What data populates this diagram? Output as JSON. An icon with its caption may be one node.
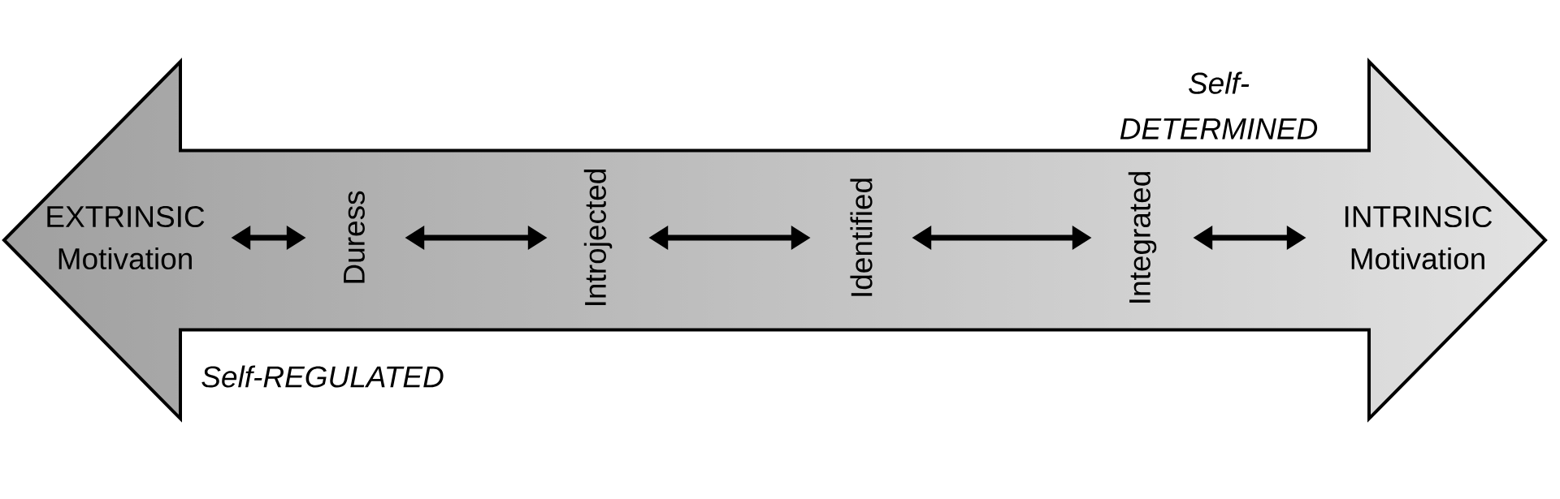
{
  "diagram": {
    "nodes": [
      {
        "text": [],
        "shape": "arrow"
      },
      {
        "text": [
          "EXTRINSIC Motivation"
        ],
        "in": 0
      },
      {
        "text": [
          "Duress"
        ],
        "in": 0
      },
      {
        "text": [
          "Introjected"
        ],
        "in": 0
      },
      {
        "text": [
          "Identified"
        ],
        "in": 0
      },
      {
        "text": [
          "Integrated"
        ],
        "in": 0
      },
      {
        "text": [
          "INTRINSIC Motivation"
        ],
        "in": 0
      }
    ],
    "edges": [
      {
        "from": 1,
        "to": 2,
        "arrow": "both"
      },
      {
        "from": 2,
        "to": 3,
        "arrow": "both"
      },
      {
        "from": 3,
        "to": 4,
        "arrow": "both"
      },
      {
        "from": 4,
        "to": 5,
        "arrow": "both"
      },
      {
        "from": 5,
        "to": 6,
        "arrow": "both"
      }
    ],
    "labels": [
      "Self-DETERMINED",
      "Self-REGULATED"
    ]
  }
}
